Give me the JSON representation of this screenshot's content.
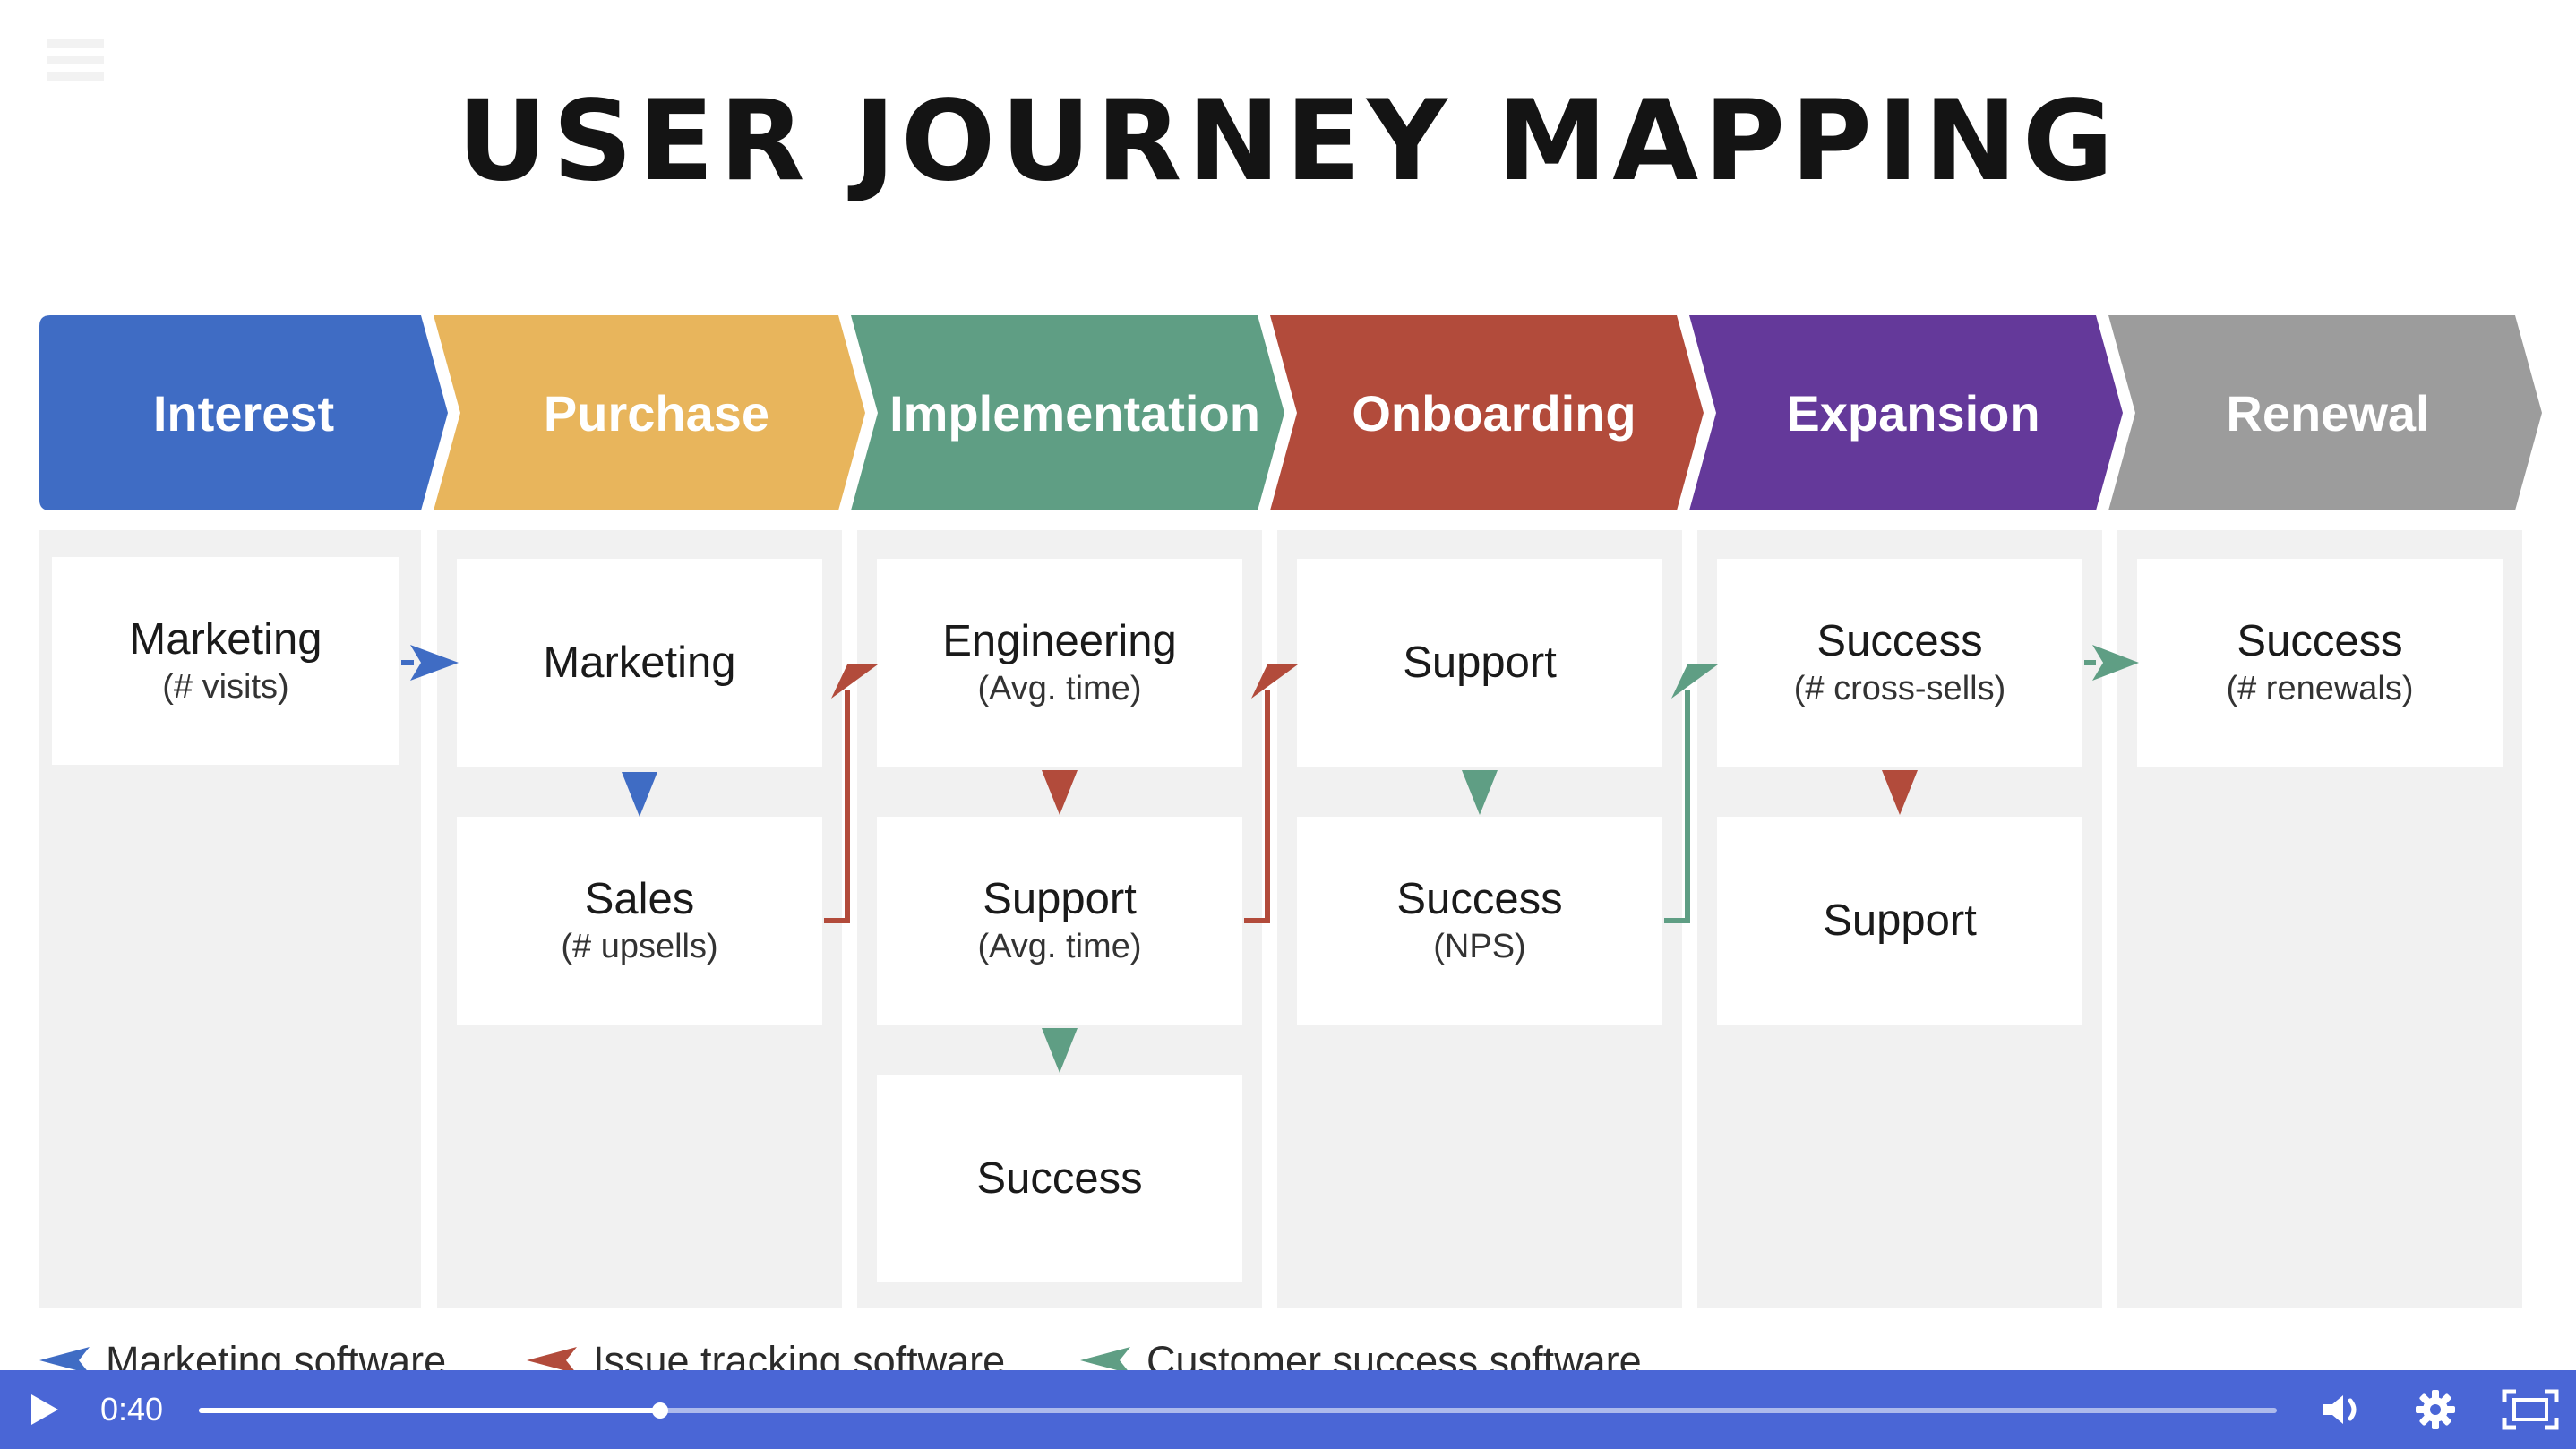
{
  "slide": {
    "title": "USER JOURNEY MAPPING"
  },
  "stages": [
    {
      "label": "Interest",
      "color": "#3f6cc4"
    },
    {
      "label": "Purchase",
      "color": "#e8b55c"
    },
    {
      "label": "Implementation",
      "color": "#5f9e84"
    },
    {
      "label": "Onboarding",
      "color": "#b24b3b"
    },
    {
      "label": "Expansion",
      "color": "#64399a"
    },
    {
      "label": "Renewal",
      "color": "#9c9c9c"
    }
  ],
  "cards": {
    "interest_marketing": {
      "main": "Marketing",
      "sub": "(# visits)"
    },
    "purchase_marketing": {
      "main": "Marketing"
    },
    "purchase_sales": {
      "main": "Sales",
      "sub": "(# upsells)"
    },
    "impl_engineering": {
      "main": "Engineering",
      "sub": "(Avg. time)"
    },
    "impl_support": {
      "main": "Support",
      "sub": "(Avg. time)"
    },
    "impl_success": {
      "main": "Success"
    },
    "onb_support": {
      "main": "Support"
    },
    "onb_success": {
      "main": "Success",
      "sub": "(NPS)"
    },
    "exp_success": {
      "main": "Success",
      "sub": "(# cross-sells)"
    },
    "exp_support": {
      "main": "Support"
    },
    "ren_success": {
      "main": "Success",
      "sub": "(# renewals)"
    }
  },
  "legend": [
    {
      "label": "Marketing software",
      "color": "#3f6cc4"
    },
    {
      "label": "Issue tracking software",
      "color": "#b24b3b"
    },
    {
      "label": "Customer success software",
      "color": "#5f9e84"
    }
  ],
  "player": {
    "current_time": "0:40",
    "progress_fraction": 0.222,
    "accent": "#4a66d6"
  },
  "icons": [
    "play-icon",
    "volume-icon",
    "settings-icon",
    "fullscreen-icon"
  ]
}
